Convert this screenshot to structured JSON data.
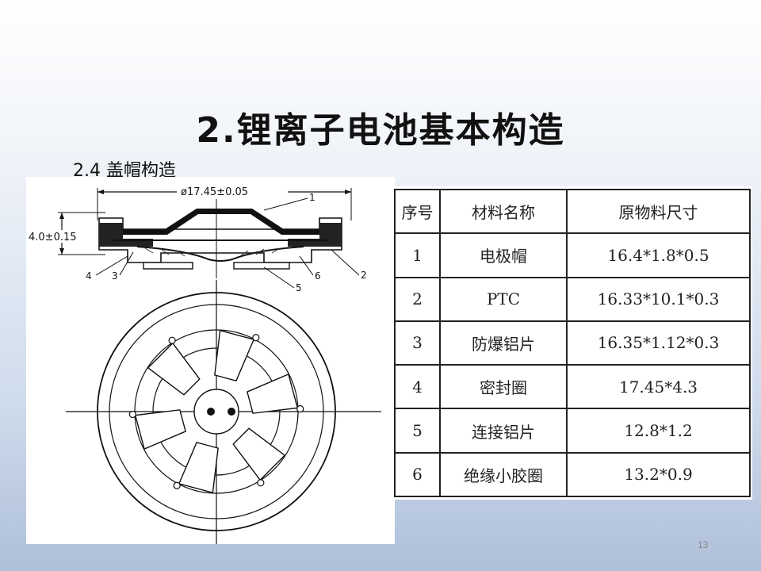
{
  "slide": {
    "title": "2.锂离子电池基本构造",
    "subtitle": "2.4  盖帽构造",
    "page_number": "13"
  },
  "drawing": {
    "diameter_label": "ø17.45±0.05",
    "height_label": "4.0±0.15",
    "callouts": [
      "1",
      "2",
      "3",
      "4",
      "5",
      "6"
    ]
  },
  "table": {
    "headers": [
      "序号",
      "材料名称",
      "原物料尺寸"
    ],
    "rows": [
      [
        "1",
        "电极帽",
        "16.4*1.8*0.5"
      ],
      [
        "2",
        "PTC",
        "16.33*10.1*0.3"
      ],
      [
        "3",
        "防爆铝片",
        "16.35*1.12*0.3"
      ],
      [
        "4",
        "密封圈",
        "17.45*4.3"
      ],
      [
        "5",
        "连接铝片",
        "12.8*1.2"
      ],
      [
        "6",
        "绝缘小胶圈",
        "13.2*0.9"
      ]
    ]
  }
}
